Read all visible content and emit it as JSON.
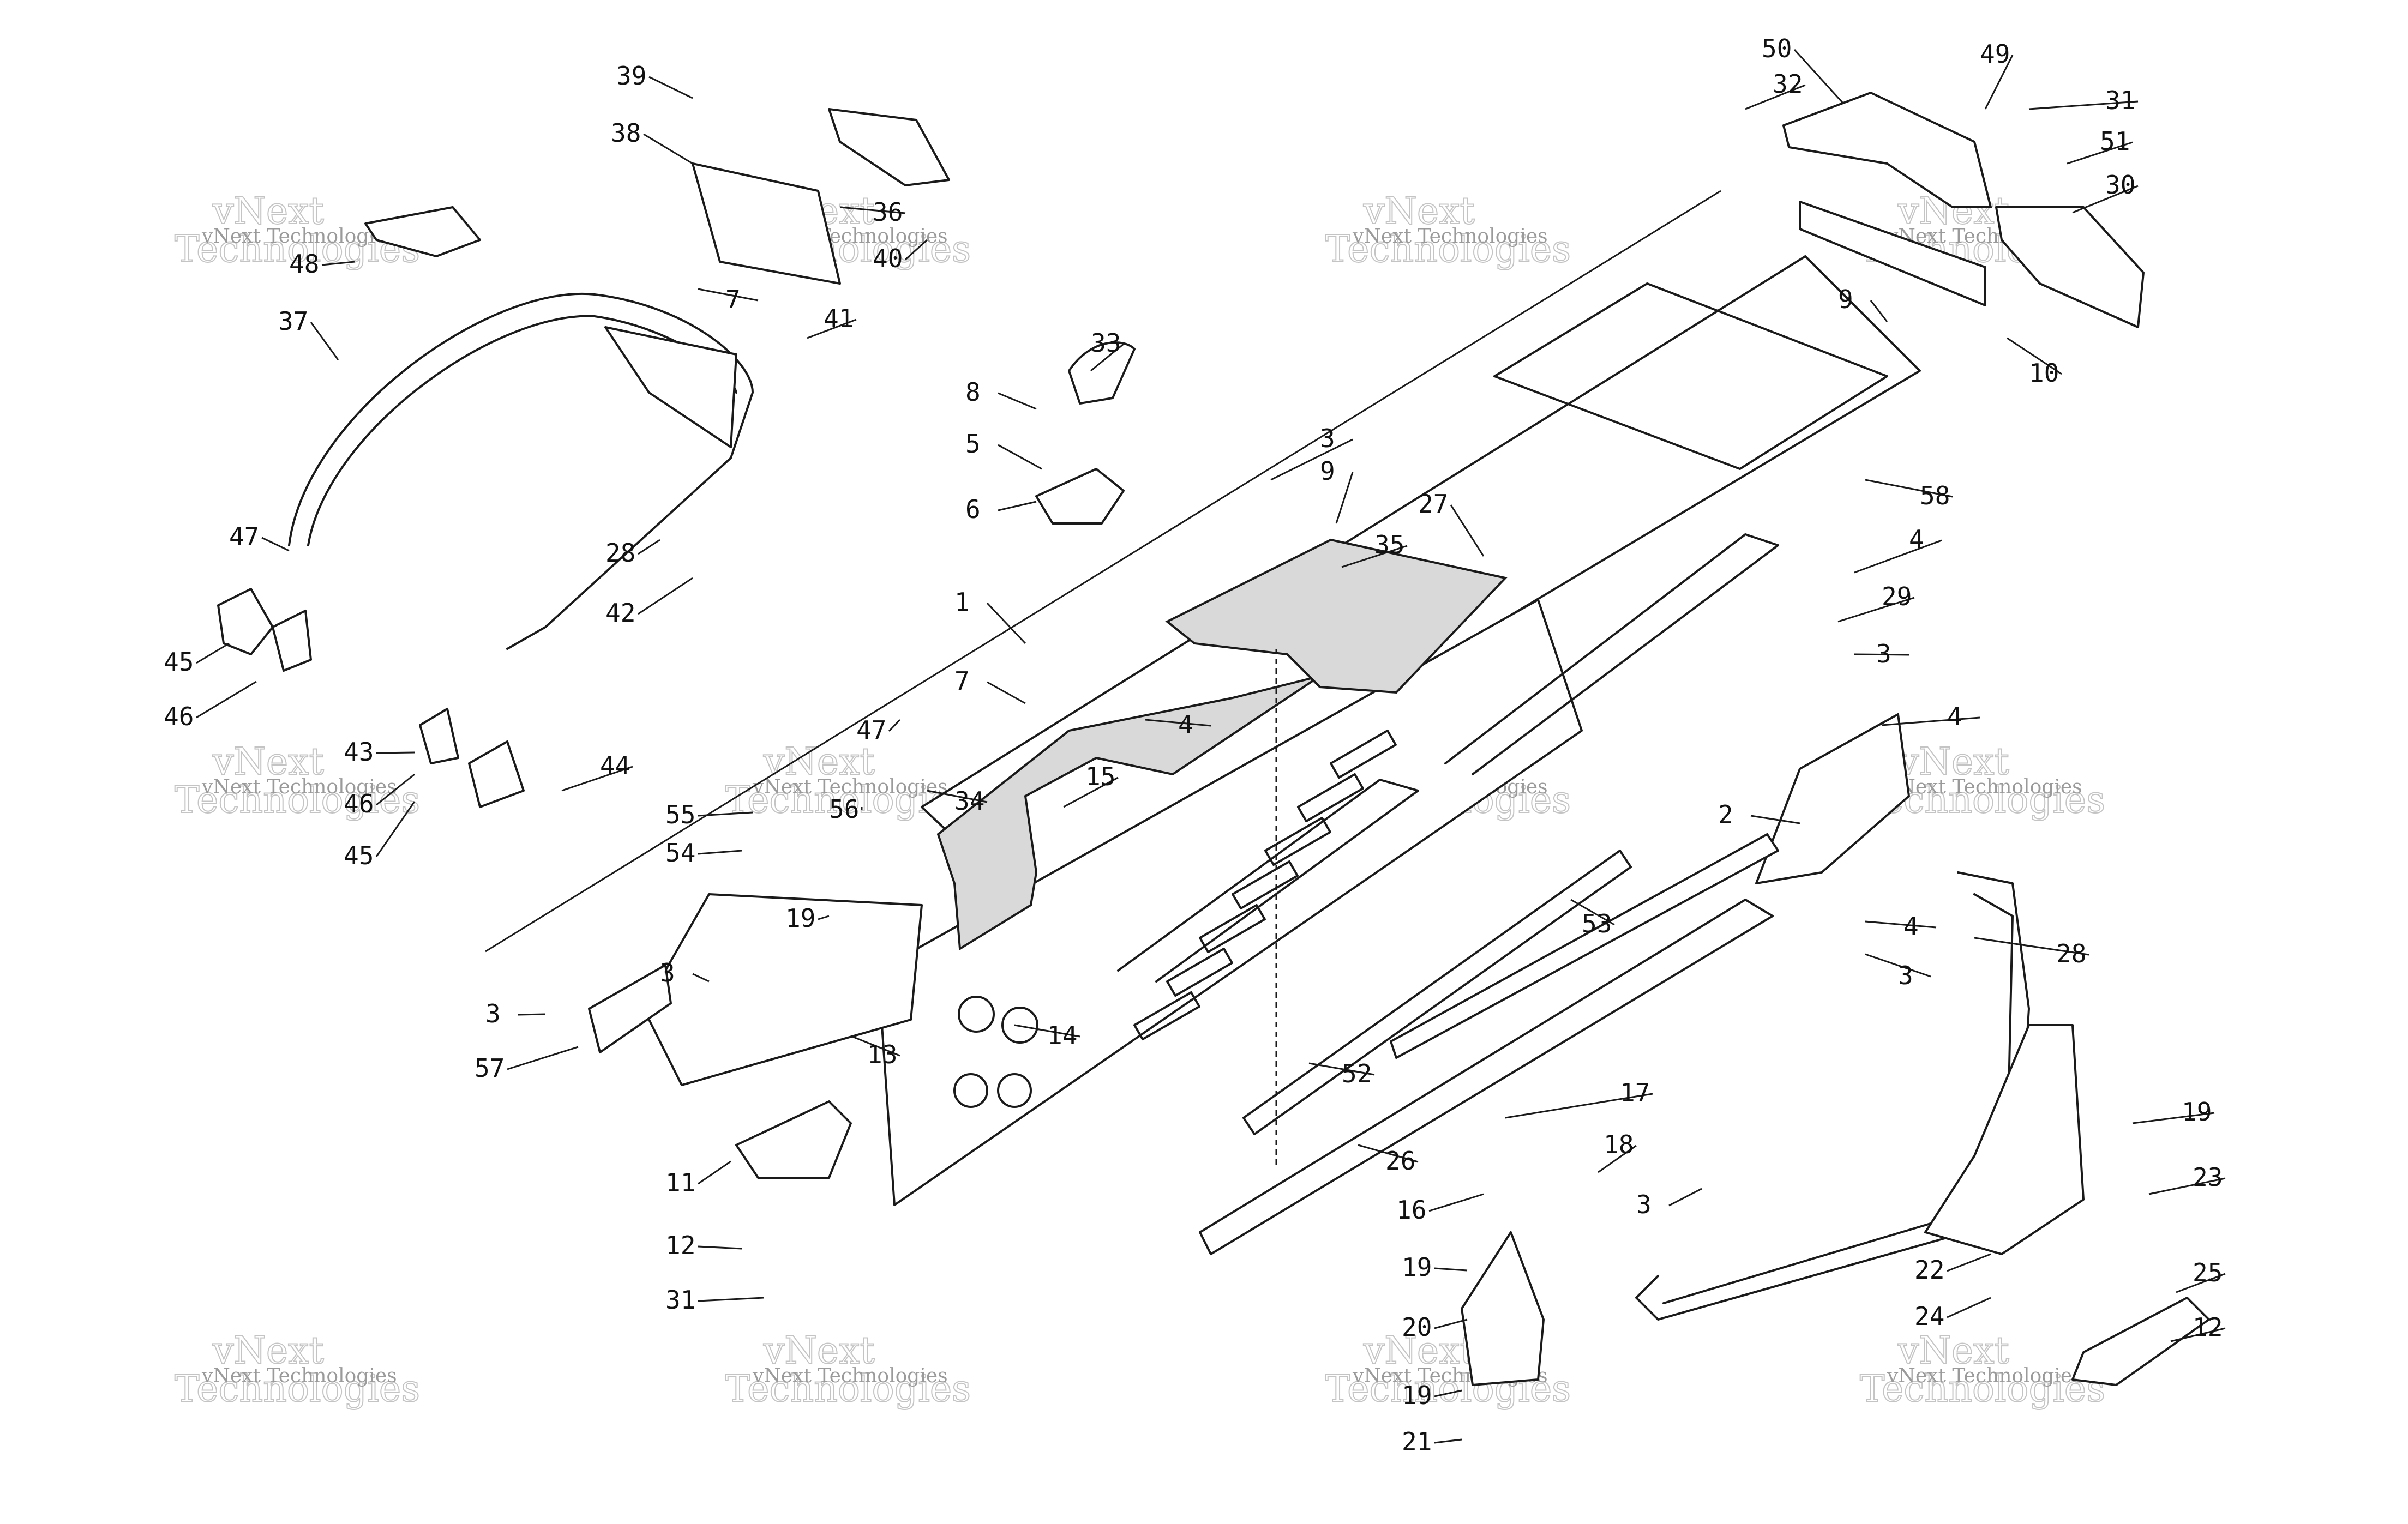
{
  "watermark": {
    "line1": "vNext",
    "line2": "Technologies",
    "full": "vNext Technologies",
    "color": "#9a9a9a"
  },
  "callouts": [
    "1",
    "2",
    "3",
    "3",
    "3",
    "3",
    "3",
    "3",
    "4",
    "4",
    "4",
    "4",
    "5",
    "6",
    "7",
    "7",
    "8",
    "9",
    "9",
    "10",
    "11",
    "12",
    "12",
    "13",
    "14",
    "15",
    "16",
    "17",
    "18",
    "19",
    "19",
    "19",
    "19",
    "20",
    "21",
    "22",
    "23",
    "24",
    "25",
    "26",
    "27",
    "28",
    "28",
    "29",
    "30",
    "31",
    "31",
    "32",
    "33",
    "34",
    "35",
    "36",
    "37",
    "38",
    "39",
    "40",
    "41",
    "42",
    "43",
    "44",
    "45",
    "45",
    "46",
    "46",
    "47",
    "47",
    "48",
    "49",
    "50",
    "51",
    "52",
    "53",
    "54",
    "55",
    "56",
    "57",
    "58"
  ],
  "colors": {
    "line": "#1a1a1a",
    "pad": "#d9d9d9",
    "background": "#ffffff"
  }
}
